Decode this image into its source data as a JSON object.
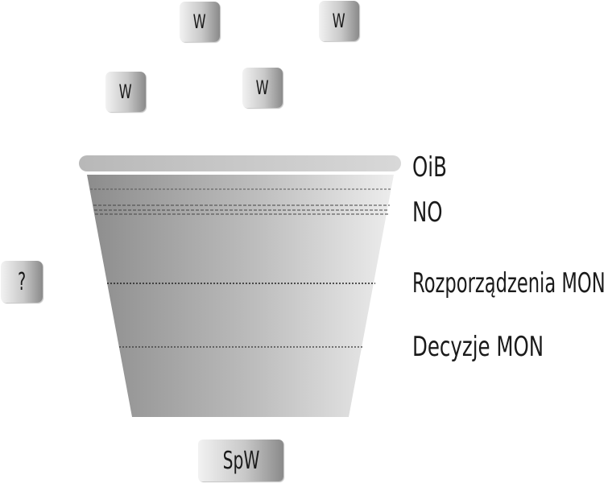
{
  "tiles": {
    "w_labels": [
      "W",
      "W",
      "W",
      "W"
    ],
    "question": "?",
    "bottom": "SpW"
  },
  "layers": {
    "top": "OiB",
    "second": "NO",
    "third": "Rozporządzenia MON",
    "fourth": "Decyzje MON"
  }
}
